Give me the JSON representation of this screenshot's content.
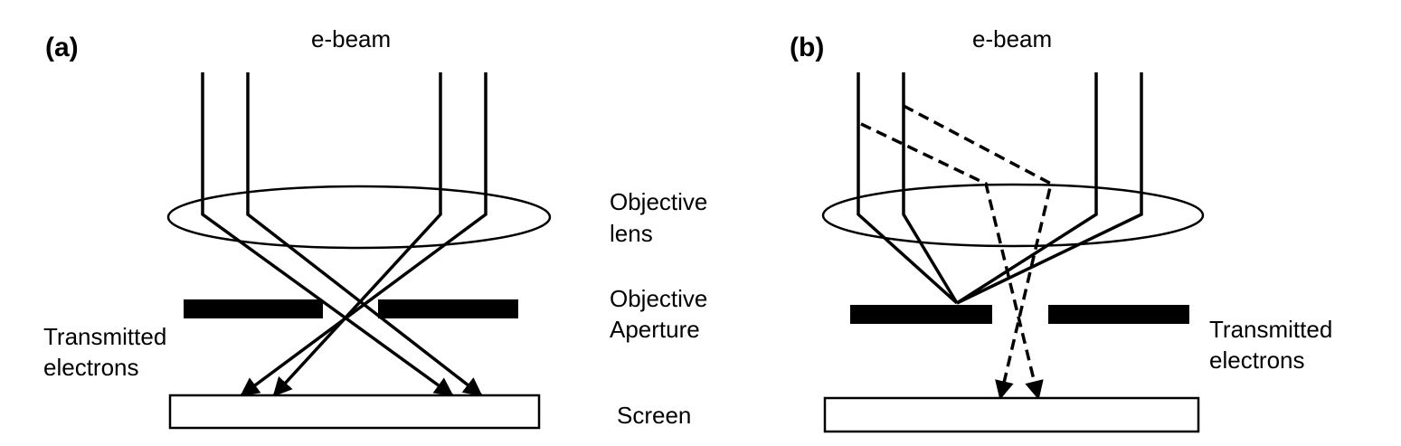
{
  "panel_a": {
    "label": "(a)",
    "beam_label": "e-beam",
    "lens_label_line1": "Objective",
    "lens_label_line2": "lens",
    "aperture_label_line1": "Objective",
    "aperture_label_line2": "Aperture",
    "screen_label": "Screen",
    "transmitted_line1": "Transmitted",
    "transmitted_line2": "electrons"
  },
  "panel_b": {
    "label": "(b)",
    "beam_label": "e-beam",
    "transmitted_line1": "Transmitted",
    "transmitted_line2": "electrons"
  }
}
